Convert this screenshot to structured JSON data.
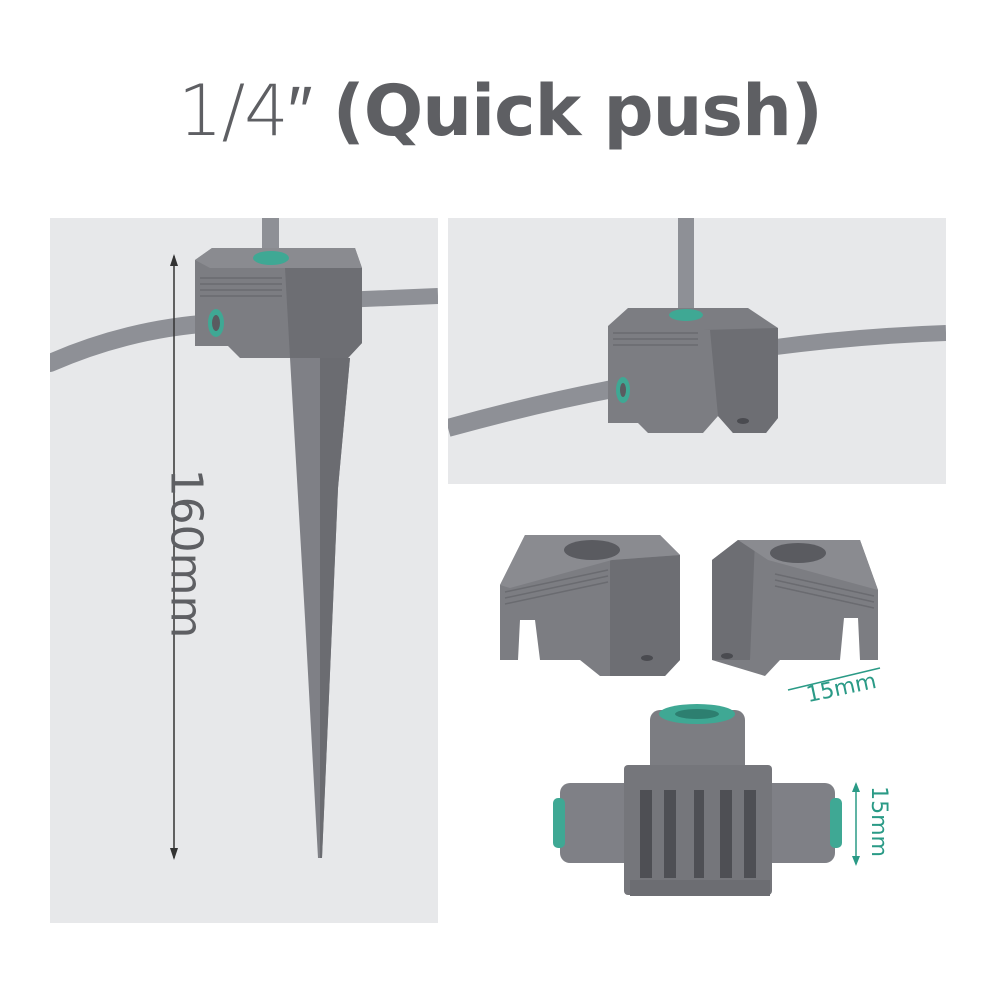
{
  "title": {
    "size": "1/4″",
    "label": "(Quick push)"
  },
  "dimensions": {
    "stake_height": "160mm",
    "clip_width": "15mm",
    "tee_height": "15mm"
  },
  "colors": {
    "body_gray": "#7c7d82",
    "tube_gray": "#8e9096",
    "seal_teal": "#3fa894",
    "panel_bg": "#e7e8ea",
    "text_gray": "#5e5f63",
    "dim_teal": "#2a9a86"
  }
}
